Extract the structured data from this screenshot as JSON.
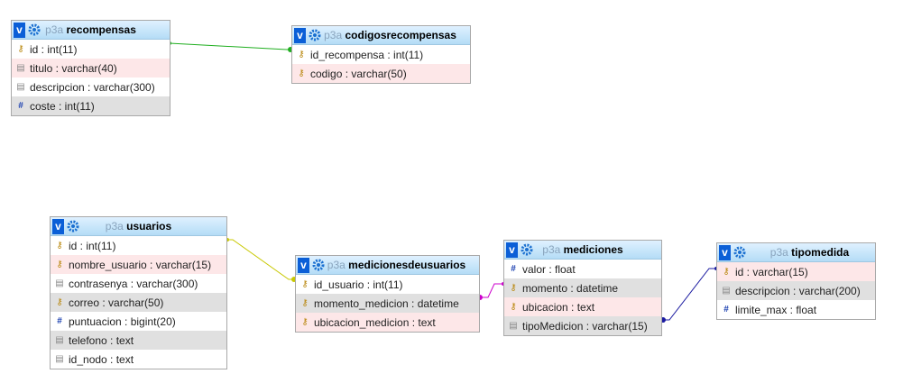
{
  "schema": "p3a",
  "tables": {
    "recompensas": {
      "name": "recompensas",
      "rows": [
        {
          "text": "id : int(11)",
          "icon": "key-icon"
        },
        {
          "text": "titulo : varchar(40)",
          "icon": "text-field-icon"
        },
        {
          "text": "descripcion : varchar(300)",
          "icon": "text-field-icon"
        },
        {
          "text": "coste : int(11)",
          "icon": "numeric-field-icon"
        }
      ]
    },
    "codigosrecompensas": {
      "name": "codigosrecompensas",
      "rows": [
        {
          "text": "id_recompensa : int(11)",
          "icon": "key-icon"
        },
        {
          "text": "codigo : varchar(50)",
          "icon": "key-icon"
        }
      ]
    },
    "usuarios": {
      "name": "usuarios",
      "rows": [
        {
          "text": "id : int(11)",
          "icon": "key-icon"
        },
        {
          "text": "nombre_usuario : varchar(15)",
          "icon": "key-icon"
        },
        {
          "text": "contrasenya : varchar(300)",
          "icon": "text-field-icon"
        },
        {
          "text": "correo : varchar(50)",
          "icon": "key-icon"
        },
        {
          "text": "puntuacion : bigint(20)",
          "icon": "numeric-field-icon"
        },
        {
          "text": "telefono : text",
          "icon": "text-field-icon"
        },
        {
          "text": "id_nodo : text",
          "icon": "text-field-icon"
        }
      ]
    },
    "medicionesdeusuarios": {
      "name": "medicionesdeusuarios",
      "rows": [
        {
          "text": "id_usuario : int(11)",
          "icon": "key-icon"
        },
        {
          "text": "momento_medicion : datetime",
          "icon": "key-icon"
        },
        {
          "text": "ubicacion_medicion : text",
          "icon": "key-icon"
        }
      ]
    },
    "mediciones": {
      "name": "mediciones",
      "rows": [
        {
          "text": "valor : float",
          "icon": "numeric-field-icon"
        },
        {
          "text": "momento : datetime",
          "icon": "key-icon"
        },
        {
          "text": "ubicacion : text",
          "icon": "key-icon"
        },
        {
          "text": "tipoMedicion : varchar(15)",
          "icon": "text-field-icon"
        }
      ]
    },
    "tipomedida": {
      "name": "tipomedida",
      "rows": [
        {
          "text": "id : varchar(15)",
          "icon": "key-icon"
        },
        {
          "text": "descripcion : varchar(200)",
          "icon": "text-field-icon"
        },
        {
          "text": "limite_max : float",
          "icon": "numeric-field-icon"
        }
      ]
    }
  },
  "toggle_label": "v",
  "link_colors": {
    "recompensas_codigos": "#1fae1f",
    "usuarios_mediciones": "#c8c800",
    "medicionesdeusuarios_mediciones": "#cc00cc",
    "mediciones_tipomedida": "#1a1aa0"
  }
}
